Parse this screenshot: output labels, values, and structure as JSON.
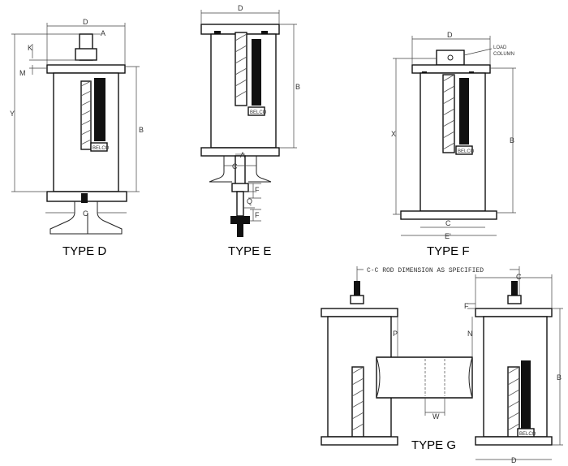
{
  "types": {
    "d": {
      "title": "TYPE D"
    },
    "e": {
      "title": "TYPE E"
    },
    "f": {
      "title": "TYPE F"
    },
    "g": {
      "title": "TYPE G"
    }
  },
  "dims": {
    "D": "D",
    "A": "A",
    "K": "K",
    "M": "M",
    "Y": "Y",
    "B": "B",
    "C": "C",
    "F": "F",
    "Q": "Q",
    "X": "X",
    "E_prime": "E'",
    "P": "P",
    "N": "N",
    "W": "W"
  },
  "notes": {
    "load_column_1": "LOAD",
    "load_column_2": "COLUMN",
    "cc_rod": "C-C ROD DIMENSION AS SPECIFIED",
    "nameplate": "BELCO"
  }
}
